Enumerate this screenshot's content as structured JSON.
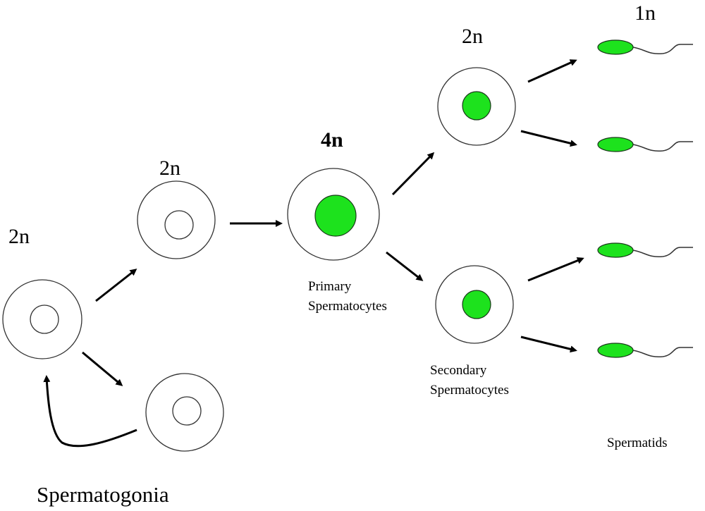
{
  "title": "Spermatogenesis",
  "colors": {
    "nucleus": "#1de21d",
    "outline": "#333333",
    "arrow": "#000000"
  },
  "ploidy": {
    "spermatogonia_left": "2n",
    "spermatogonia_top": "2n",
    "primary": "4n",
    "secondary": "2n",
    "spermatids": "1n"
  },
  "labels": {
    "spermatogonia": "Spermatogonia",
    "primary_line1": "Primary",
    "primary_line2": "Spermatocytes",
    "secondary_line1": "Secondary",
    "secondary_line2": "Spermatocytes",
    "spermatids": "Spermatids"
  },
  "stages": [
    {
      "name": "Spermatogonia",
      "ploidy": "2n",
      "cells": 3
    },
    {
      "name": "Primary Spermatocytes",
      "ploidy": "4n",
      "cells": 1
    },
    {
      "name": "Secondary Spermatocytes",
      "ploidy": "2n",
      "cells": 2
    },
    {
      "name": "Spermatids",
      "ploidy": "1n",
      "cells": 4
    }
  ]
}
